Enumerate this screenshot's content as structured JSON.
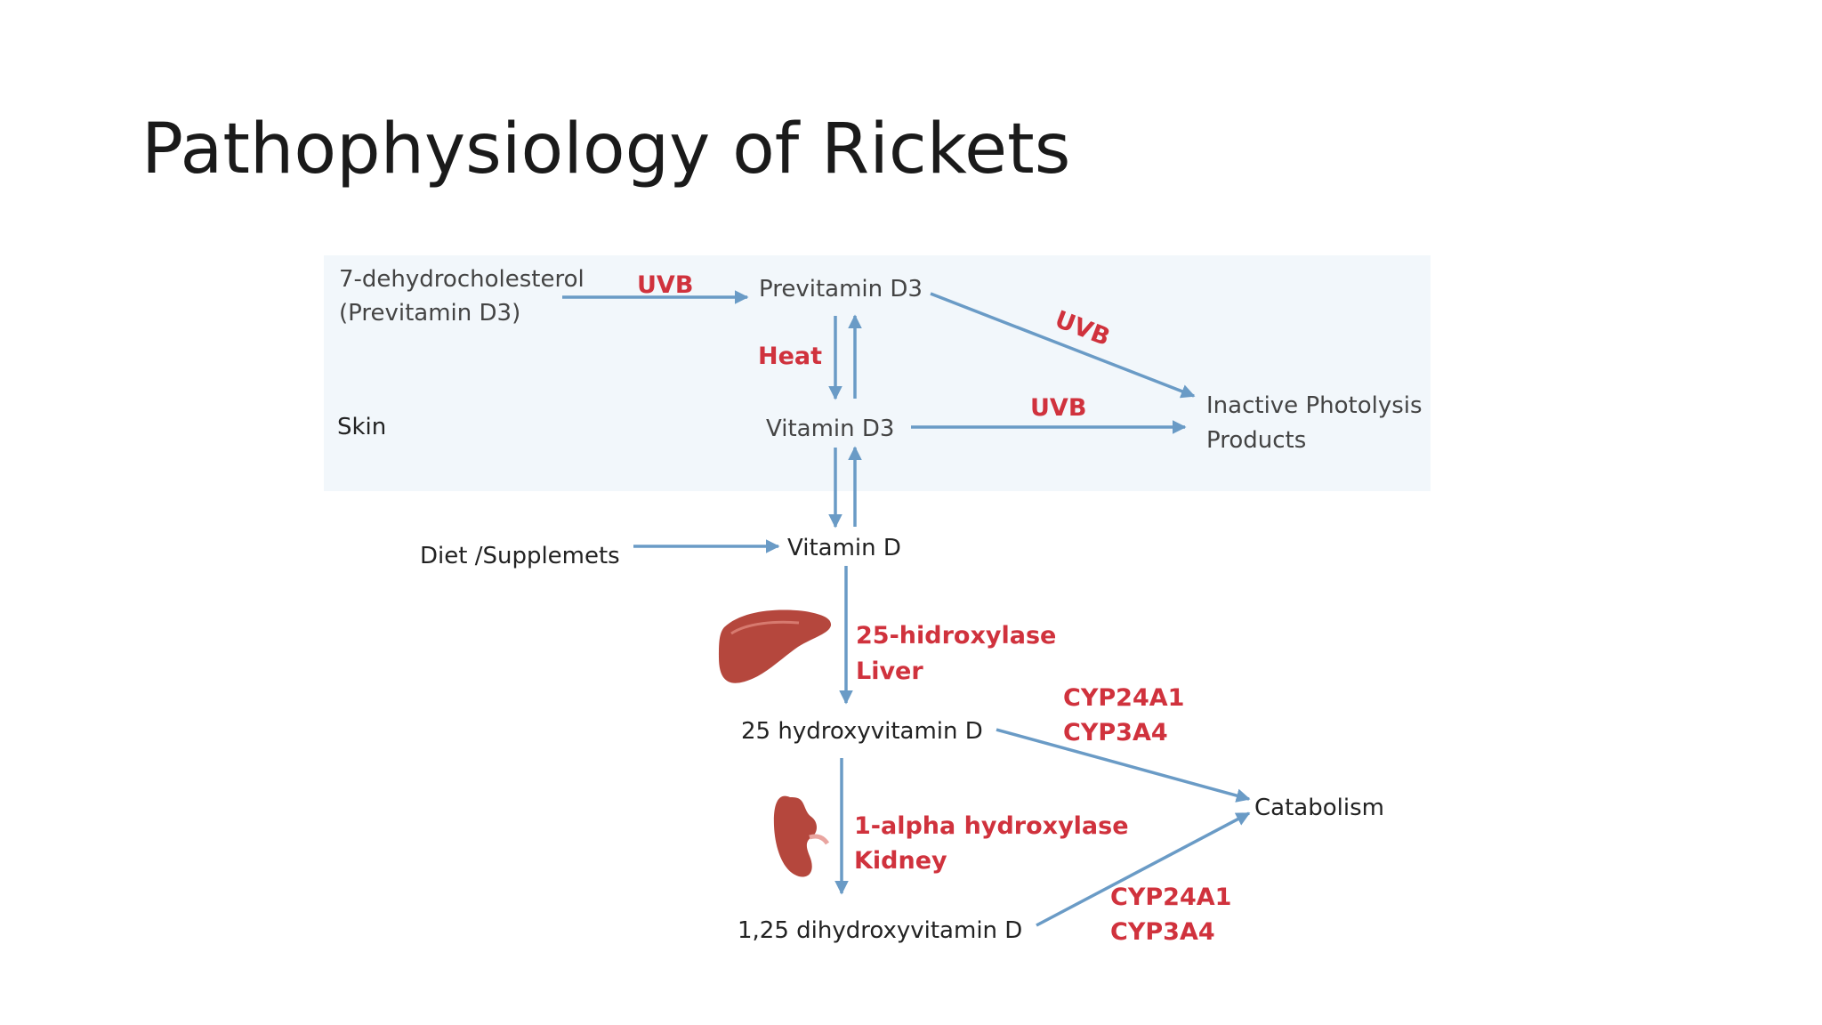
{
  "slide": {
    "title": "Pathophysiology of Rickets"
  },
  "diagram": {
    "nodes": {
      "dehydrocholesterol_line1": "7-dehydrocholesterol",
      "dehydrocholesterol_line2": "(Previtamin D3)",
      "previtamin_d3": "Previtamin D3",
      "skin": "Skin",
      "vitamin_d3": "Vitamin D3",
      "inactive_line1": "Inactive Photolysis",
      "inactive_line2": "Products",
      "diet": "Diet /Supplemets",
      "vitamin_d": "Vitamin D",
      "hydroxyvitamin_25": "25 hydroxyvitamin D",
      "catabolism": "Catabolism",
      "dihydroxyvitamin": "1,25 dihydroxyvitamin D"
    },
    "labels": {
      "uvb_1": "UVB",
      "uvb_2": "UVB",
      "uvb_3": "UVB",
      "heat": "Heat",
      "hydroxylase_25": "25-hidroxylase",
      "liver": "Liver",
      "alpha_hydroxylase": "1-alpha hydroxylase",
      "kidney": "Kidney",
      "cyp24a1_1": "CYP24A1",
      "cyp3a4_1": "CYP3A4",
      "cyp24a1_2": "CYP24A1",
      "cyp3a4_2": "CYP3A4"
    },
    "icons": {
      "liver": "liver-icon",
      "kidney": "kidney-icon"
    },
    "colors": {
      "arrow": "#6a9bc6",
      "label": "#d0323d",
      "skin_panel": "#f2f7fb",
      "organ": "#b5473d"
    }
  }
}
